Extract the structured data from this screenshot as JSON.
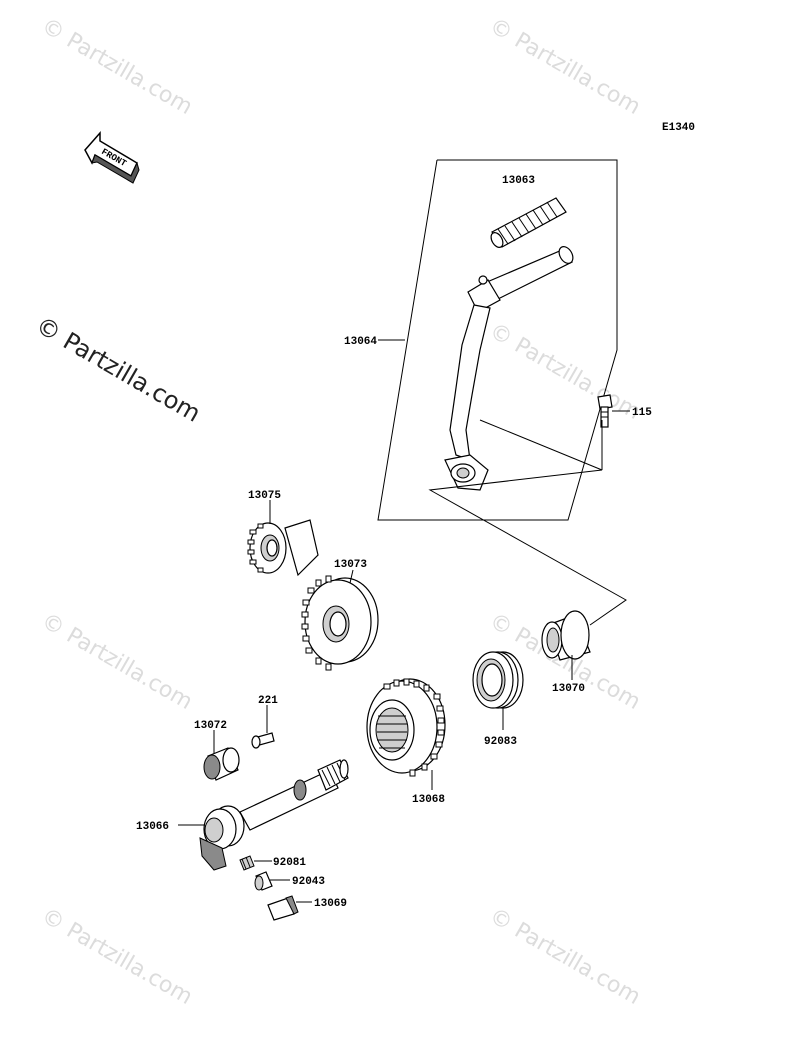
{
  "diagram": {
    "code": "E1340",
    "front_label": "FRONT",
    "watermark": "© Partzilla.com"
  },
  "parts": [
    {
      "id": "13063"
    },
    {
      "id": "13064"
    },
    {
      "id": "115"
    },
    {
      "id": "13075"
    },
    {
      "id": "13073"
    },
    {
      "id": "13070"
    },
    {
      "id": "92083"
    },
    {
      "id": "221"
    },
    {
      "id": "13072"
    },
    {
      "id": "13068"
    },
    {
      "id": "13066"
    },
    {
      "id": "92081"
    },
    {
      "id": "92043"
    },
    {
      "id": "13069"
    }
  ]
}
